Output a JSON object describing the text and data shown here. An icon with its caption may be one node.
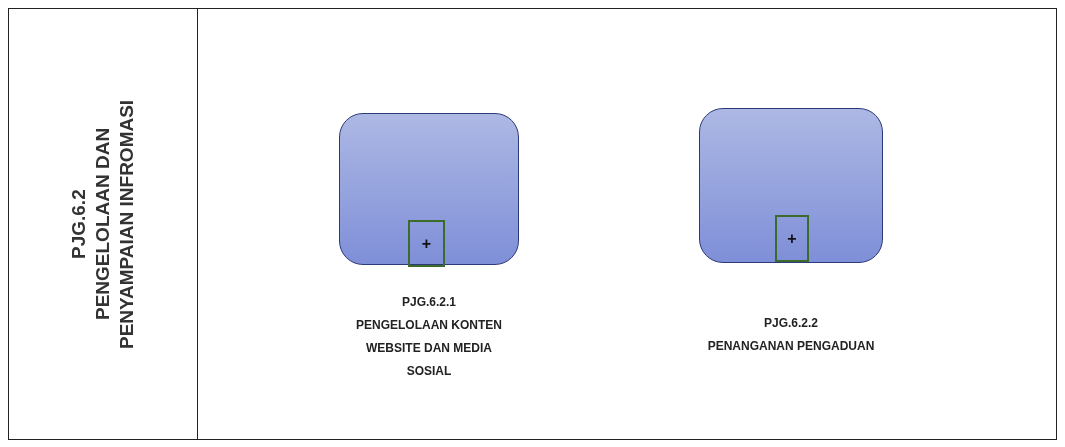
{
  "diagram": {
    "nodes": [
      {
        "text": [
          "PJG.6.2",
          "PENGELOLAAN DAN PENYAMPAIAN INFROMASI"
        ]
      },
      {
        "text": [],
        "shape": "box",
        "beside": [
          "PJG.6.2.1",
          "PENGELOLAAN KONTEN WEBSITE DAN MEDIA SOSIAL"
        ],
        "in": 0
      },
      {
        "text": [
          "+"
        ],
        "in": 1
      },
      {
        "text": [],
        "shape": "box",
        "beside": [
          "PJG.6.2.2",
          "PENANGANAN PENGADUAN"
        ],
        "in": 0
      },
      {
        "text": [
          "+"
        ],
        "in": 3
      }
    ],
    "edges": []
  }
}
